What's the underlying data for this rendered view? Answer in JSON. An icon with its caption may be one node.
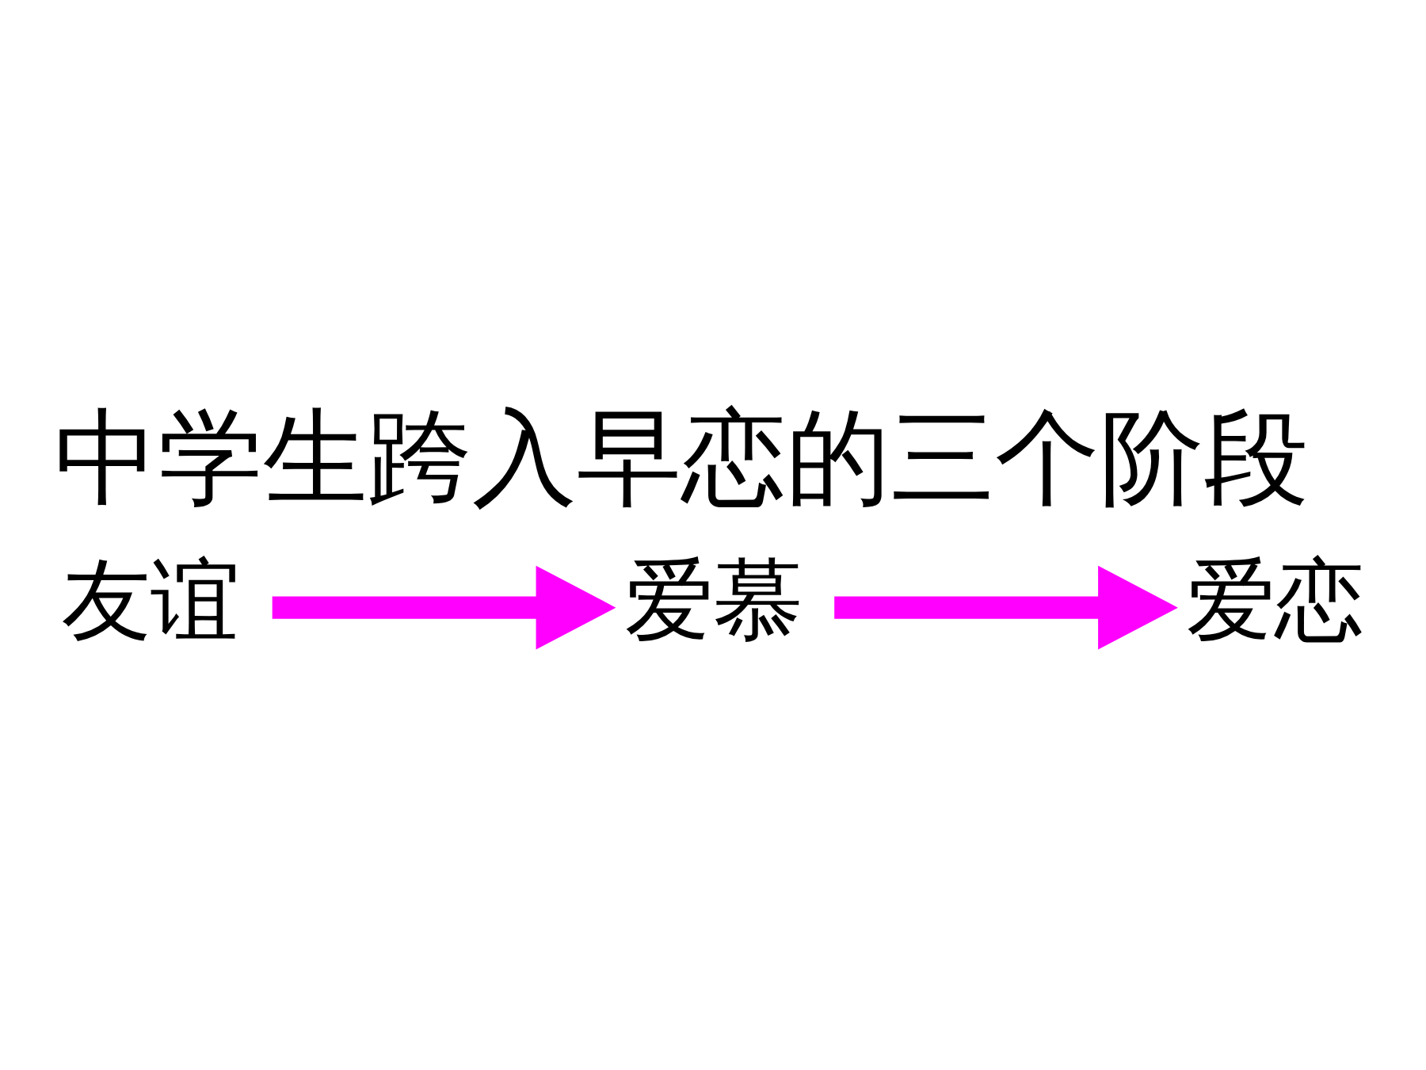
{
  "diagram": {
    "title": "中学生跨入早恋的三个阶段",
    "nodes": [
      {
        "text": [
          "友谊"
        ]
      },
      {
        "text": [
          "爱慕"
        ]
      },
      {
        "text": [
          "爱恋"
        ]
      }
    ],
    "edges": [
      {
        "from": 0,
        "to": 1,
        "arrow": "to",
        "color": "#ff00ff"
      },
      {
        "from": 1,
        "to": 2,
        "arrow": "to",
        "color": "#ff00ff"
      }
    ]
  }
}
